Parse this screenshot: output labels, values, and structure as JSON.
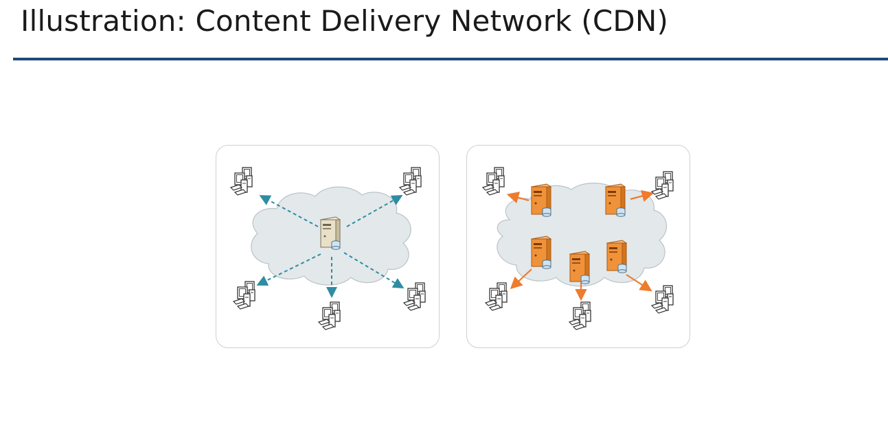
{
  "slide": {
    "title": "Illustration: Content Delivery Network (CDN)"
  },
  "diagram": {
    "left_panel": {
      "kind": "single-origin-server",
      "server_color": "#e6dcc2",
      "arrow_color": "#2e8ca3",
      "arrow_style": "dashed",
      "client_count": 5
    },
    "right_panel": {
      "kind": "distributed-edge-servers",
      "server_color": "#f0923a",
      "arrow_color": "#ee7b2e",
      "arrow_style": "solid",
      "server_count": 5,
      "client_count": 5
    },
    "cloud_color": "#e3e8ea"
  }
}
